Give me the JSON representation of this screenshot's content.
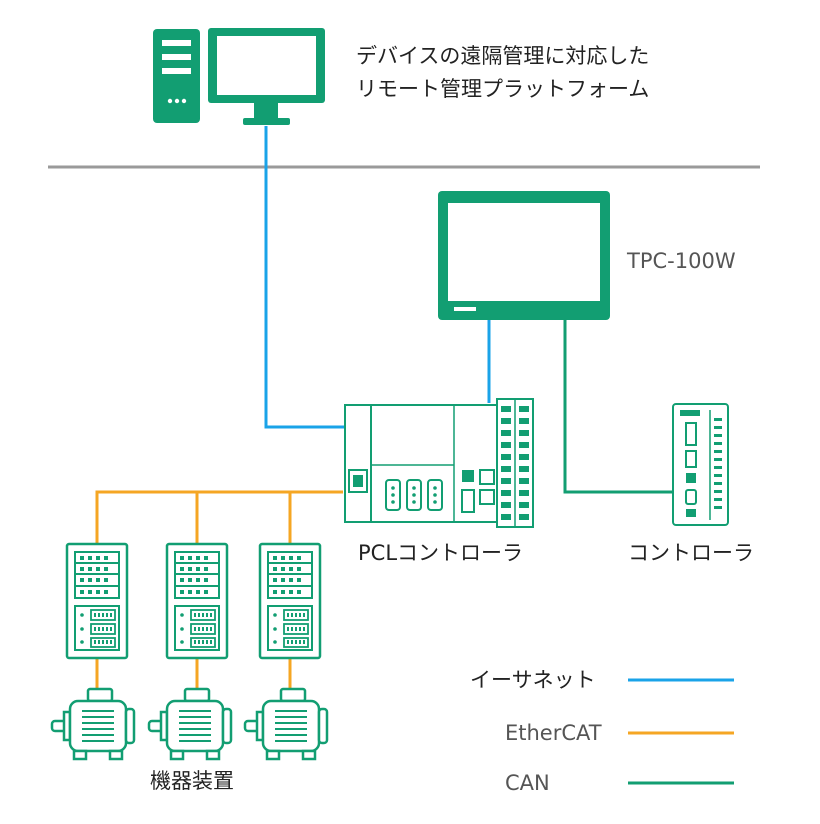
{
  "colors": {
    "ethernet": "#1aa3e8",
    "ethercat": "#f5a623",
    "can": "#129e72",
    "device": "#129e72",
    "bus": "#9a9a9a"
  },
  "platform": {
    "line1": "デバイスの遠隔管理に対応した",
    "line2": "リモート管理プラットフォーム"
  },
  "hmi": {
    "label": "TPC-100W"
  },
  "plc": {
    "label": "PCLコントローラ"
  },
  "controller": {
    "label": "コントローラ"
  },
  "equipment": {
    "label": "機器装置"
  },
  "legend": [
    {
      "label": "イーサネット",
      "color": "#1aa3e8",
      "tone": "dark"
    },
    {
      "label": "EtherCAT",
      "color": "#f5a623",
      "tone": "grey"
    },
    {
      "label": "CAN",
      "color": "#129e72",
      "tone": "grey"
    }
  ],
  "icons": {
    "pc": "desktop-pc-icon",
    "monitor": "monitor-icon",
    "hmi": "touch-panel-icon",
    "plc": "plc-controller-icon",
    "controller": "compact-controller-icon",
    "drive": "servo-drive-icon",
    "motor": "motor-icon"
  }
}
